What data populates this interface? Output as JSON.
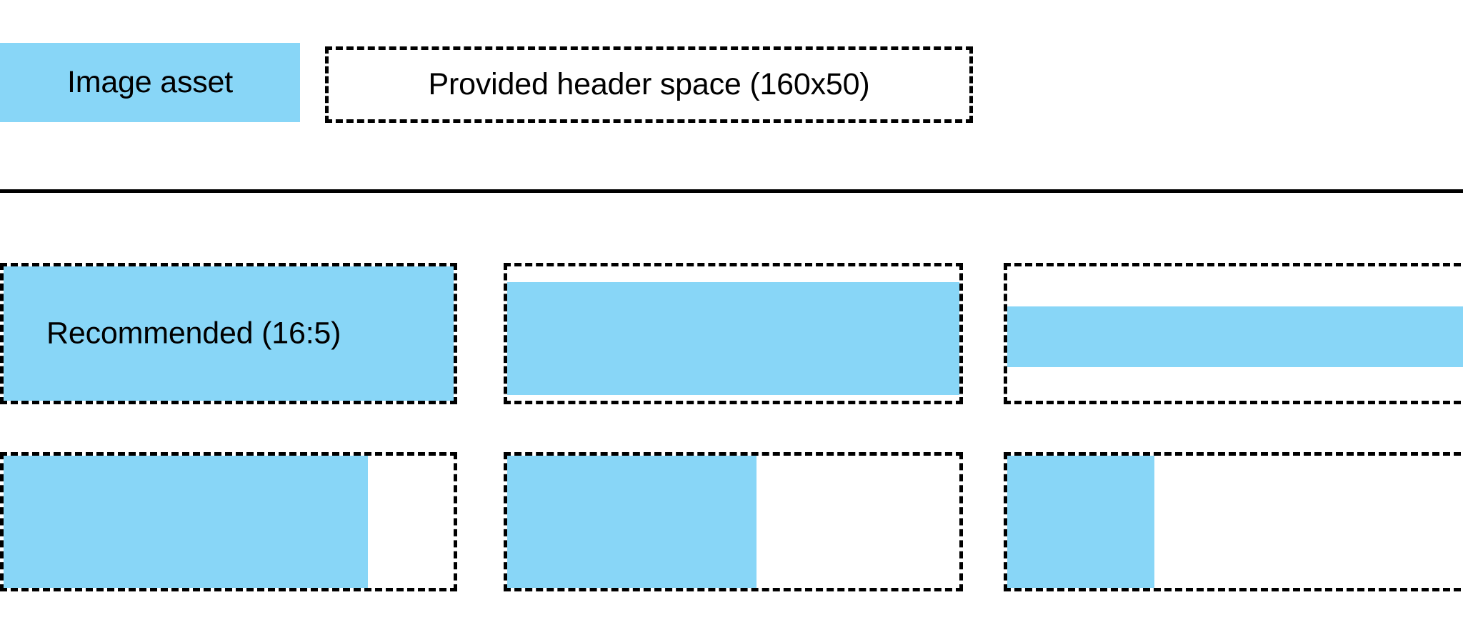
{
  "legend": {
    "swatch_label": "Image asset",
    "swatch_color": "#88d6f7",
    "space_label": "Provided header space (160x50)",
    "space_border_color": "#000000"
  },
  "divider": {
    "color": "#000000"
  },
  "examples": {
    "recommended_label": "Recommended (16:5)",
    "rows": [
      {
        "name": "row-one",
        "cells": [
          {
            "name": "cell-recommended",
            "fill": "full",
            "label": "Recommended (16:5)"
          },
          {
            "name": "cell-inset-vertical",
            "fill": "inset-a",
            "label": ""
          },
          {
            "name": "cell-band",
            "fill": "band",
            "label": ""
          }
        ]
      },
      {
        "name": "row-two",
        "cells": [
          {
            "name": "cell-wide-partial",
            "fill": "w81",
            "label": ""
          },
          {
            "name": "cell-half-partial",
            "fill": "w55",
            "label": ""
          },
          {
            "name": "cell-narrow-partial",
            "fill": "w30",
            "label": ""
          }
        ]
      }
    ]
  }
}
